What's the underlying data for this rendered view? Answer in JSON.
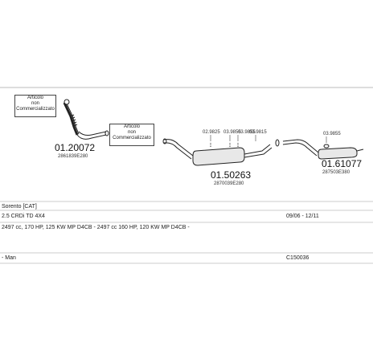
{
  "notes": [
    {
      "lines": [
        "Articolo",
        "non",
        "Commercializzato"
      ]
    },
    {
      "lines": [
        "Articolo",
        "non",
        "Commercializzato"
      ]
    }
  ],
  "parts": [
    {
      "number": "01.20072",
      "ref": "2861839E280"
    },
    {
      "number": "01.50263",
      "ref": "2870039E280"
    },
    {
      "number": "01.61077",
      "ref": "287503E380"
    }
  ],
  "small_parts": [
    "02.9825",
    "03.9855",
    "03.9855",
    "03.9815",
    "03.9855"
  ],
  "vehicle": {
    "model": "Sorento [CAT]",
    "engine": "2.5 CRDi TD 4X4",
    "dates": "09/06 - 12/11",
    "spec": "2497 cc, 170 HP, 125 KW MP D4CB - 2497 cc 160 HP, 120 KW MP D4CB -",
    "source": "- Man",
    "code": "C150036"
  }
}
